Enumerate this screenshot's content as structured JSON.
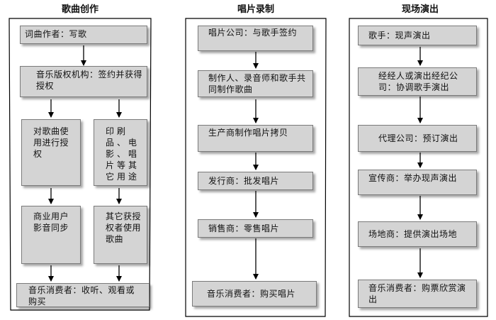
{
  "columns": [
    {
      "title": "歌曲创作",
      "boxes": [
        {
          "text": "词曲作者：写歌"
        },
        {
          "text": "音乐版权机构：签约并获得授权"
        },
        {
          "text": "对歌曲使用进行授权"
        },
        {
          "text": "印刷品、电影、唱片等其它用途"
        },
        {
          "text": "商业用户影音同步"
        },
        {
          "text": "其它获授权者使用歌曲"
        },
        {
          "text": "音乐消费者：收听、观看或购买"
        }
      ]
    },
    {
      "title": "唱片录制",
      "boxes": [
        {
          "text": "唱片公司：与歌手签约"
        },
        {
          "text": "制作人、录音师和歌手共同制作歌曲"
        },
        {
          "text": "生产商制作唱片拷贝"
        },
        {
          "text": "发行商：批发唱片"
        },
        {
          "text": "销售商：零售唱片"
        },
        {
          "text": "音乐消费者：购买唱片"
        }
      ]
    },
    {
      "title": "现场演出",
      "boxes": [
        {
          "text": "歌手：现声演出"
        },
        {
          "text": "经经人或演出经纪公司：协调歌手演出"
        },
        {
          "text": "代理公司：预订演出"
        },
        {
          "text": "宣传商：举办现声演出"
        },
        {
          "text": "场地商：提供演出场地"
        },
        {
          "text": "音乐消费者：购票欣赏演出"
        }
      ]
    }
  ]
}
